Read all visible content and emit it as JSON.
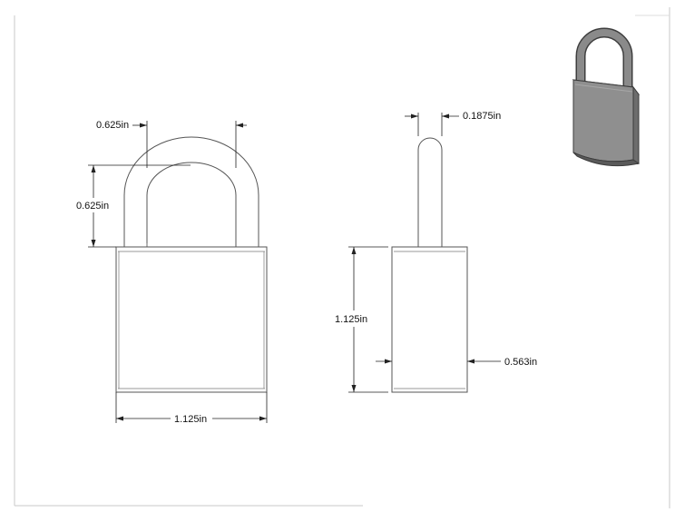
{
  "drawing": {
    "front_view": {
      "shackle_gap_label": "0.625in",
      "shackle_height_label": "0.625in",
      "body_width_label": "1.125in"
    },
    "side_view": {
      "shackle_thickness_label": "0.1875in",
      "body_height_label": "1.125in",
      "body_depth_label": "0.563in"
    },
    "iso_view": {
      "icon": "padlock-isometric-icon"
    },
    "colors": {
      "line": "#555555",
      "dimension": "#222222",
      "padlock_body": "#8f8f8f",
      "padlock_shackle": "#8a8a8a"
    }
  }
}
